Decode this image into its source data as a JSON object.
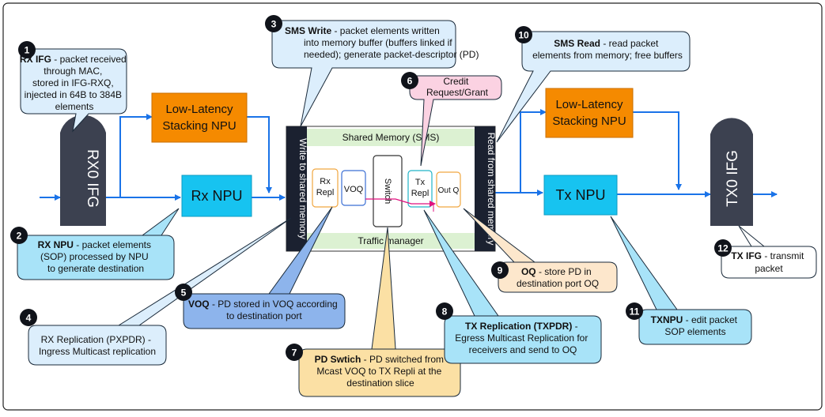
{
  "colors": {
    "arrow": "#1a73e8",
    "npu_orange": "#f58a00",
    "npu_cyan": "#17c3f0",
    "ifg_dark": "#3c4150",
    "sms_dark": "#1b2130",
    "green_band": "#dcf1d2",
    "callout_light_blue": "#dceefc",
    "callout_cyan": "#a8e3f8",
    "callout_voq": "#8db4ec",
    "callout_yellow": "#fbe0a4",
    "callout_peach": "#fde7cc",
    "callout_pink": "#fbd2e2",
    "badge": "#10131a",
    "pink_line": "#e0127f"
  },
  "blocks": {
    "rx0_ifg": "RX0 IFG",
    "tx0_ifg": "TX0 IFG",
    "rx_npu": "Rx NPU",
    "tx_npu": "Tx NPU",
    "stacking_npu_left": [
      "Low-Latency",
      "Stacking NPU"
    ],
    "stacking_npu_right": [
      "Low-Latency",
      "Stacking NPU"
    ],
    "write_bar": "Write to shared memory",
    "read_bar": "Read from shared memory",
    "shared_memory": "Shared Memory (SMS)",
    "traffic_manager": "Traffic manager",
    "rx_repl": [
      "Rx",
      "Repl"
    ],
    "voq": "VOQ",
    "switch": "Switch",
    "tx_repl": [
      "Tx",
      "Repl"
    ],
    "out_q": "Out Q"
  },
  "callouts": [
    {
      "num": "1",
      "bold": "RX IFG",
      "lines": [
        "RX IFG - packet received",
        "through MAC,",
        "stored in IFG-RXQ,",
        "injected in 64B to 384B",
        "elements"
      ]
    },
    {
      "num": "2",
      "bold": "RX NPU",
      "lines": [
        "RX NPU - packet elements",
        "(SOP) processed by NPU",
        "to generate destination"
      ]
    },
    {
      "num": "3",
      "bold": "SMS Write",
      "lines": [
        "SMS Write - packet elements written",
        "into memory buffer (buffers linked if",
        "needed); generate packet-descriptor (PD)"
      ]
    },
    {
      "num": "4",
      "bold": "",
      "lines": [
        "RX Replication (PXPDR) -",
        "Ingress Multicast replication"
      ]
    },
    {
      "num": "5",
      "bold": "VOQ",
      "lines": [
        "VOQ - PD stored in VOQ according",
        "to destination port"
      ]
    },
    {
      "num": "6",
      "bold": "",
      "lines": [
        "Credit",
        "Request/Grant"
      ]
    },
    {
      "num": "7",
      "bold": "PD Swtich",
      "lines": [
        "PD Swtich - PD switched from",
        "Mcast VOQ to TX Repli at the",
        "destination slice"
      ]
    },
    {
      "num": "8",
      "bold": "TX Replication (TXPDR)",
      "lines": [
        "TX Replication (TXPDR) -",
        "Egress Multicast Replication for",
        "receivers and send to OQ"
      ]
    },
    {
      "num": "9",
      "bold": "OQ",
      "lines": [
        "OQ - store PD in",
        "destination port OQ"
      ]
    },
    {
      "num": "10",
      "bold": "SMS Read",
      "lines": [
        "SMS Read - read packet",
        "elements from memory; free buffers"
      ]
    },
    {
      "num": "11",
      "bold": "TXNPU",
      "lines": [
        "TXNPU - edit packet",
        "SOP elements"
      ]
    },
    {
      "num": "12",
      "bold": "TX IFG",
      "lines": [
        "TX IFG - transmit",
        "packet"
      ]
    }
  ]
}
